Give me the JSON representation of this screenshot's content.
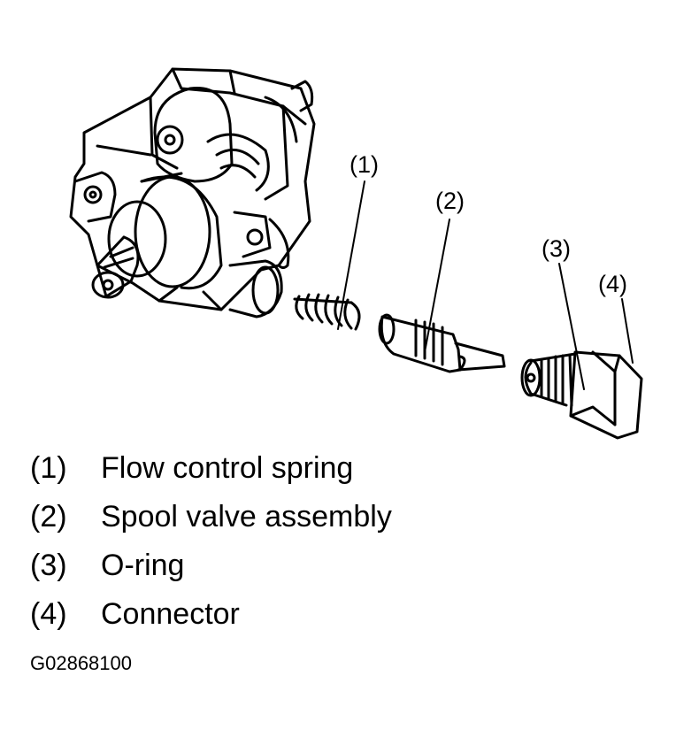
{
  "callouts": {
    "spring": "(1)",
    "spool": "(2)",
    "oring": "(3)",
    "connector": "(4)"
  },
  "legend": [
    {
      "num": "(1)",
      "text": "Flow control spring"
    },
    {
      "num": "(2)",
      "text": "Spool valve assembly"
    },
    {
      "num": "(3)",
      "text": "O-ring"
    },
    {
      "num": "(4)",
      "text": "Connector"
    }
  ],
  "figure_id": "G02868100"
}
